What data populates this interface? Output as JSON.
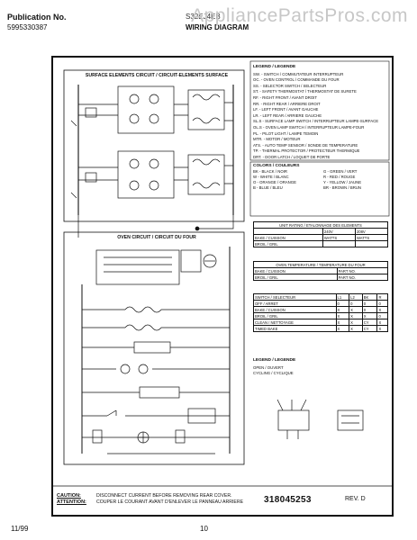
{
  "header": {
    "publication_label": "Publication No.",
    "publication_number": "5995330387",
    "model": "S32EJ4EB",
    "title": "WIRING DIAGRAM",
    "watermark": "AppliancePartsPros.com"
  },
  "sections": {
    "surface_title": "SURFACE ELEMENTS CIRCUIT / CIRCUIT-ELEMENTS SURFACE",
    "oven_title": "OVEN CIRCUIT / CIRCUIT DU FOUR"
  },
  "legend": {
    "title": "LEGEND / LEGENDE",
    "items": [
      "SW. - SWITCH / COMMUTATEUR INTERRUPTEUR",
      "OC. - OVEN CONTROL / COMMANDE DU FOUR",
      "SS. - SELECTOR SWITCH / SELECTEUR",
      "ST. - SAFETY THERMOSTAT / THERMOSTAT DE SURETE",
      "RF. - RIGHT FRONT / AVANT DROIT",
      "RR. - RIGHT REAR / ARRIERE DROIT",
      "LF. - LEFT FRONT / AVANT GAUCHE",
      "LR. - LEFT REAR / ARRIERE GAUCHE",
      "SL.S - SURFACE LAMP SWITCH / INTERRUPTEUR LAMPE-SURFACE",
      "OL.S - OVEN LAMP SWITCH / INTERRUPTEUR LAMPE-FOUR",
      "PL. - PILOT LIGHT / LAMPE TEMOIN",
      "MTR. - MOTOR / MOTEUR",
      "ATS. - AUTO TEMP SENSOR / SONDE DE TEMPERATURE",
      "TP. - THERMAL PROTECTOR / PROTECTEUR THERMIQUE",
      "DRT. - DOOR LATCH / LOQUET DE PORTE"
    ]
  },
  "colors": {
    "title": "COLORS / COULEURS",
    "items": [
      "BK - BLACK / NOIR",
      "G - GREEN / VERT",
      "W - WHITE / BLANC",
      "R - RED / ROUGE",
      "O - ORANGE / ORANGE",
      "Y - YELLOW / JAUNE",
      "B - BLUE / BLEU",
      "BR - BROWN / BRUN"
    ]
  },
  "rating_table": {
    "title": "UNIT RATING / ETALONNAGE DES ELEMENTS",
    "headers": [
      "",
      "240V",
      "208V"
    ],
    "rows": [
      [
        "BAKE / CUISSON",
        "WATTS",
        "WATTS"
      ],
      [
        "BROIL / GRIL",
        "",
        ""
      ]
    ]
  },
  "oven_temp": {
    "title": "OVEN TEMPERATURE / TEMPERATURE DU FOUR",
    "rows": [
      [
        "BAKE / CUISSON",
        "PART NO."
      ],
      [
        "BROIL / GRIL",
        "PART NO."
      ]
    ]
  },
  "switch_table": {
    "headers": [
      "SWITCH / SELECTEUR",
      "L1",
      "L2",
      "BK",
      "R"
    ],
    "rows": [
      [
        "OFF / ARRET",
        "0",
        "0",
        "0",
        "0"
      ],
      [
        "BAKE / CUISSON",
        "X",
        "X",
        "0",
        "X"
      ],
      [
        "BROIL / GRIL",
        "X",
        "X",
        "X",
        "0"
      ],
      [
        "CLEAN / NETTOYAGE",
        "X",
        "X",
        "CY",
        "X"
      ],
      [
        "TIMED BAKE",
        "X",
        "X",
        "CY",
        "X"
      ]
    ]
  },
  "legend2": {
    "title": "LEGEND / LEGENDE",
    "items": [
      "OPEN / OUVERT",
      "CYCLING / CYCLIQUE"
    ]
  },
  "bottom": {
    "caution_label": "CAUTION:",
    "attention_label": "ATTENTION:",
    "caution_text": "DISCONNECT CURRENT BEFORE REMOVING REAR COVER.",
    "attention_text": "COUPER LE COURANT AVANT D'ENLEVER LE PANNEAU ARRIERE",
    "part_number": "318045253",
    "revision": "REV. D",
    "page_number": "10",
    "date": "11/99"
  }
}
